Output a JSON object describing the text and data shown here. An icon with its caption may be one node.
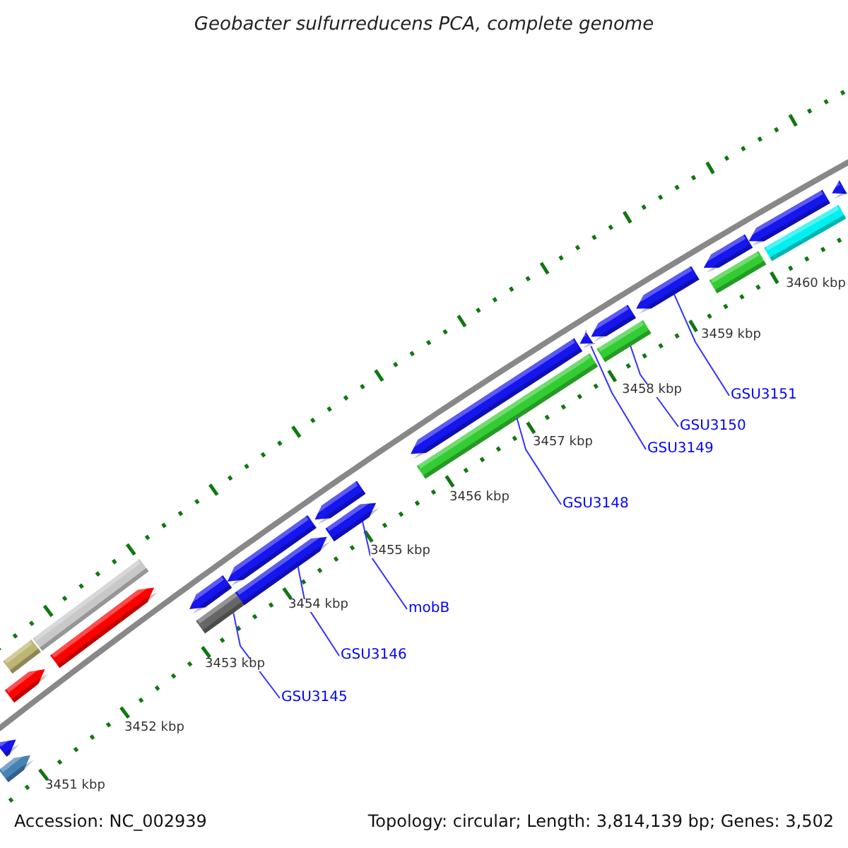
{
  "diagram": {
    "title": "Geobacter sulfurreducens PCA, complete genome",
    "nodes": [
      {
        "text": [
          "GSU3151"
        ]
      },
      {
        "text": [
          "GSU3150"
        ]
      },
      {
        "text": [
          "GSU3149"
        ]
      },
      {
        "text": [
          "GSU3148"
        ]
      },
      {
        "text": [
          "mobB"
        ]
      },
      {
        "text": [
          "GSU3146"
        ]
      },
      {
        "text": [
          "GSU3145"
        ]
      },
      {
        "text": [],
        "shape": "arrow"
      },
      {
        "text": [],
        "shape": "arrow"
      },
      {
        "text": [],
        "shape": "bar"
      },
      {
        "text": [],
        "shape": "arrow"
      },
      {
        "text": [],
        "shape": "bar"
      },
      {
        "text": [],
        "shape": "arrow"
      },
      {
        "text": [],
        "shape": "bar"
      },
      {
        "text": [],
        "shape": "arrow"
      },
      {
        "text": [],
        "shape": "arrow"
      },
      {
        "text": [],
        "shape": "arrow"
      },
      {
        "text": [],
        "shape": "arrow"
      },
      {
        "text": [],
        "shape": "arrow"
      },
      {
        "text": [],
        "shape": "bar"
      },
      {
        "text": [],
        "shape": "arrow"
      },
      {
        "text": [],
        "shape": "arrow"
      },
      {
        "text": [],
        "shape": "bar"
      },
      {
        "text": [],
        "shape": "arrow"
      },
      {
        "text": [],
        "shape": "arrow"
      },
      {
        "text": [],
        "shape": "bar"
      },
      {
        "text": [],
        "shape": "arrow"
      },
      {
        "text": [],
        "shape": "bar"
      },
      {
        "text": [],
        "shape": "arrow"
      },
      {
        "text": [],
        "shape": "arrow"
      }
    ],
    "edges": [
      {
        "from": 0,
        "to": 24,
        "arrow": "none"
      },
      {
        "from": 1,
        "to": 22,
        "arrow": "none"
      },
      {
        "from": 2,
        "to": 21,
        "arrow": "none"
      },
      {
        "from": 3,
        "to": 19,
        "arrow": "none"
      },
      {
        "from": 4,
        "to": 18,
        "arrow": "none"
      },
      {
        "from": 5,
        "to": 16,
        "arrow": "none"
      },
      {
        "from": 6,
        "to": 13,
        "arrow": "none"
      }
    ],
    "labels": [
      "3460 kbp",
      "3459 kbp",
      "3458 kbp",
      "3457 kbp",
      "3456 kbp",
      "3455 kbp",
      "3454 kbp",
      "3453 kbp",
      "3452 kbp",
      "3451 kbp",
      "Accession: NC_002939",
      "Topology: circular; Length: 3,814,139 bp; Genes: 3,502"
    ]
  }
}
